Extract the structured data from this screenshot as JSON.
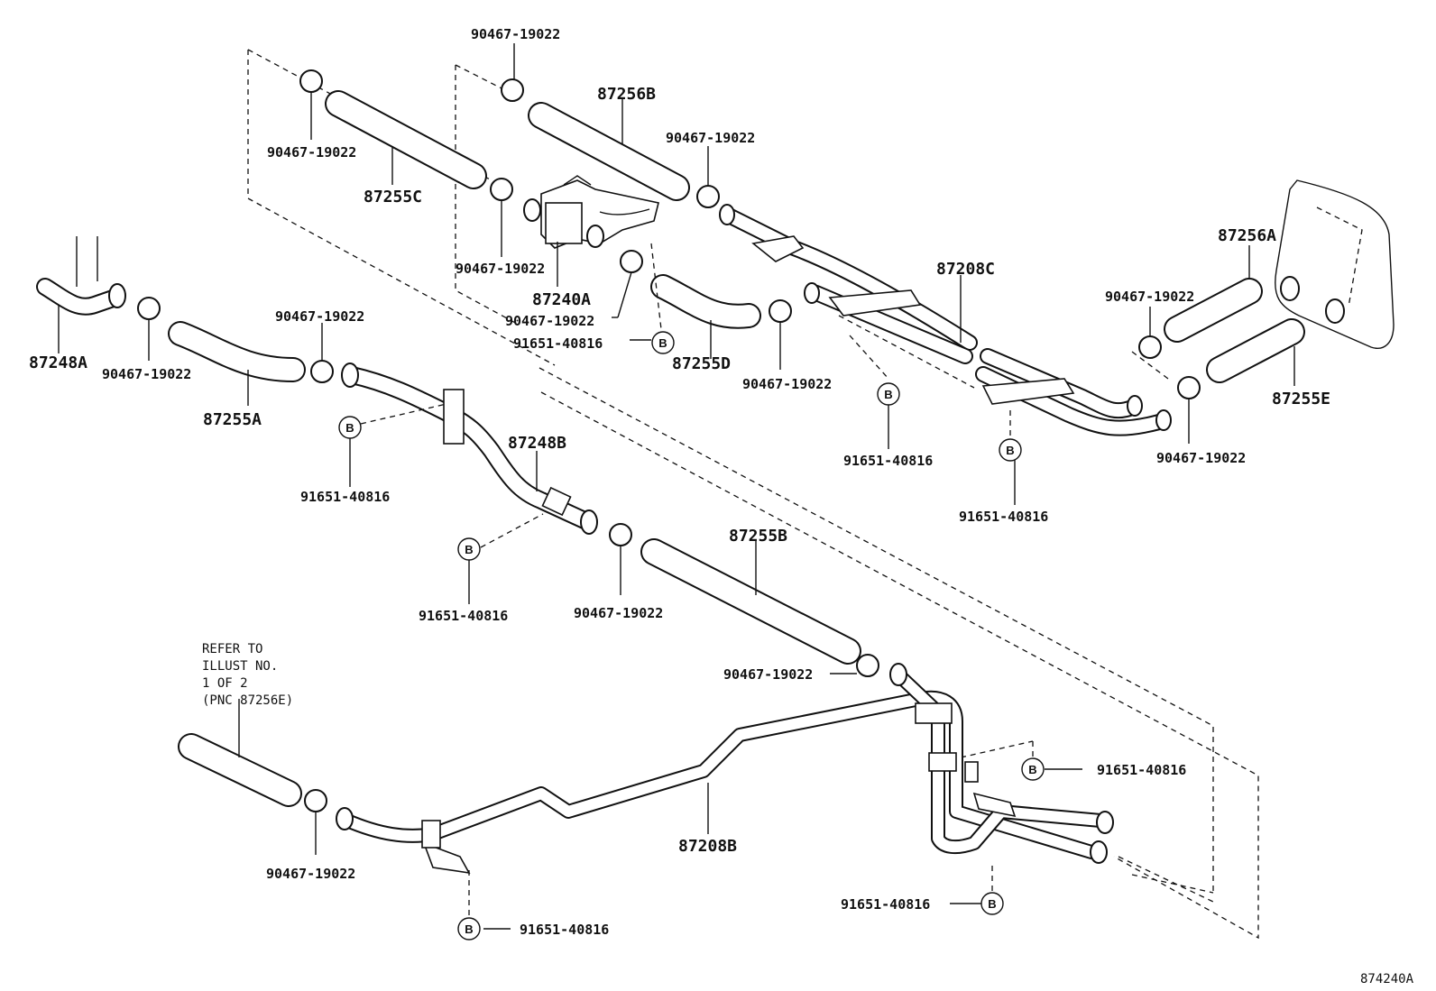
{
  "diagram": {
    "figure_code": "874240A",
    "note": [
      "REFER TO",
      "ILLUST NO.",
      "1 OF 2",
      "(PNC 87256E)"
    ],
    "bolt_symbol": "B",
    "labels": {
      "clamp": "90467-19022",
      "bolt": "91651-40816",
      "p87255C": "87255C",
      "p87256B": "87256B",
      "p87240A": "87240A",
      "p87208C": "87208C",
      "p87256A": "87256A",
      "p87255D": "87255D",
      "p87255E": "87255E",
      "p87248A": "87248A",
      "p87255A": "87255A",
      "p87248B": "87248B",
      "p87255B": "87255B",
      "p87208B": "87208B"
    }
  }
}
